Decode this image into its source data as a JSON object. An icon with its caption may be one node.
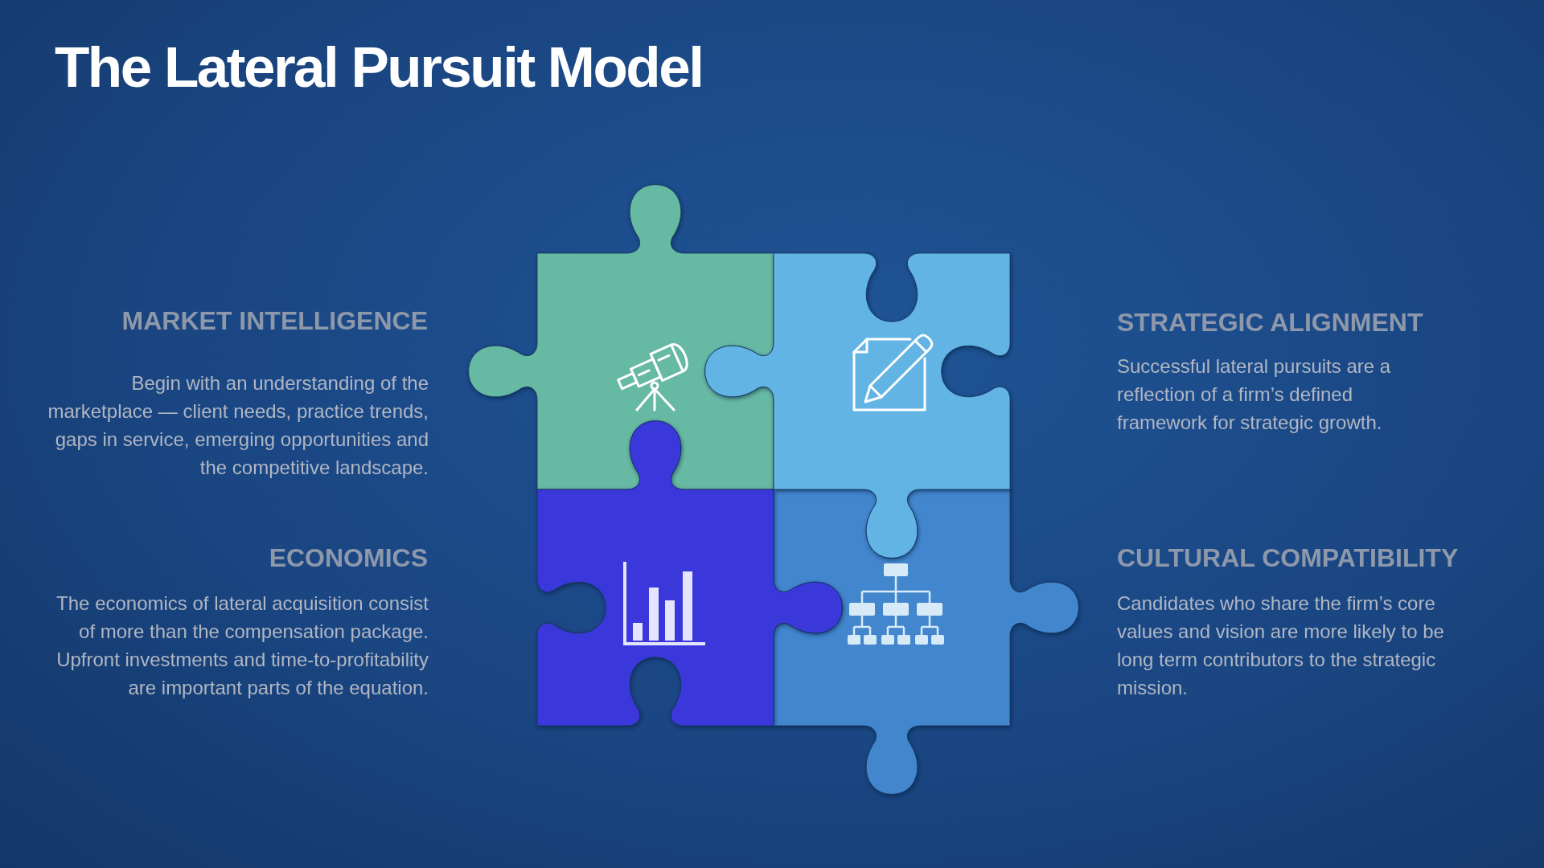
{
  "diagram": {
    "title": "The Lateral Pursuit Model",
    "labels": [
      "MARKET INTELLIGENCE",
      "Begin with an understanding of the marketplace — client needs, practice trends, gaps in service, emerging opportunities and the competitive landscape.",
      "STRATEGIC ALIGNMENT",
      "Successful lateral pursuits are a reflection of a firm’s defined framework for strategic growth.",
      "ECONOMICS",
      "The economics of lateral acquisition consist of more than the compensation package. Upfront investments and time-to-profitability are important parts of the equation.",
      "CULTURAL COMPATIBILITY",
      "Candidates who share the firm’s core values and vision are more likely to be long term contributors to the strategic mission."
    ]
  }
}
